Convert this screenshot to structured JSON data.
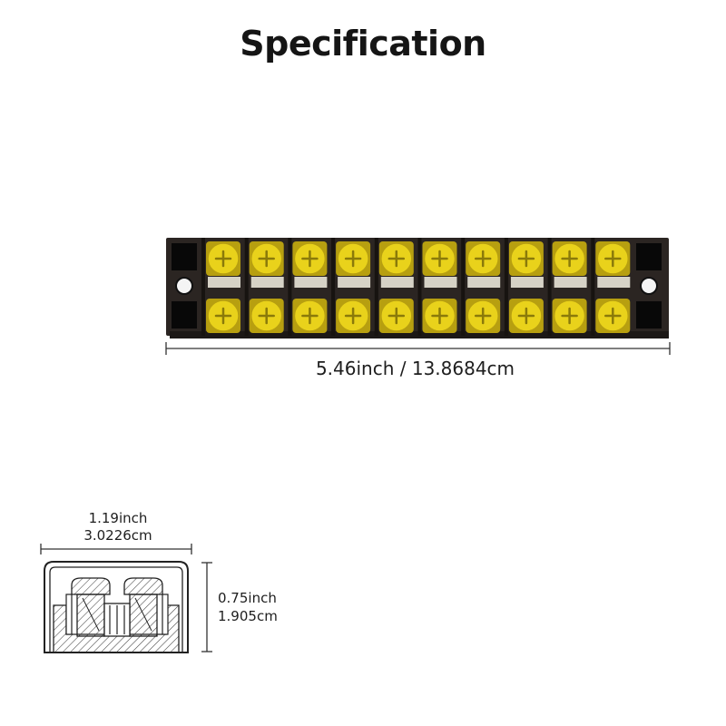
{
  "title": "Specification",
  "terminal_block": {
    "positions": 10,
    "rows": 2,
    "colors": {
      "body": "#2b2522",
      "screw": "#e9d21b",
      "screw_edge": "#b79f10",
      "slot": "#d6d2c6"
    }
  },
  "dimensions": {
    "length": "5.46inch / 13.8684cm",
    "width_inch": "1.19inch",
    "width_cm": "3.0226cm",
    "height_inch": "0.75inch",
    "height_cm": "1.905cm"
  }
}
